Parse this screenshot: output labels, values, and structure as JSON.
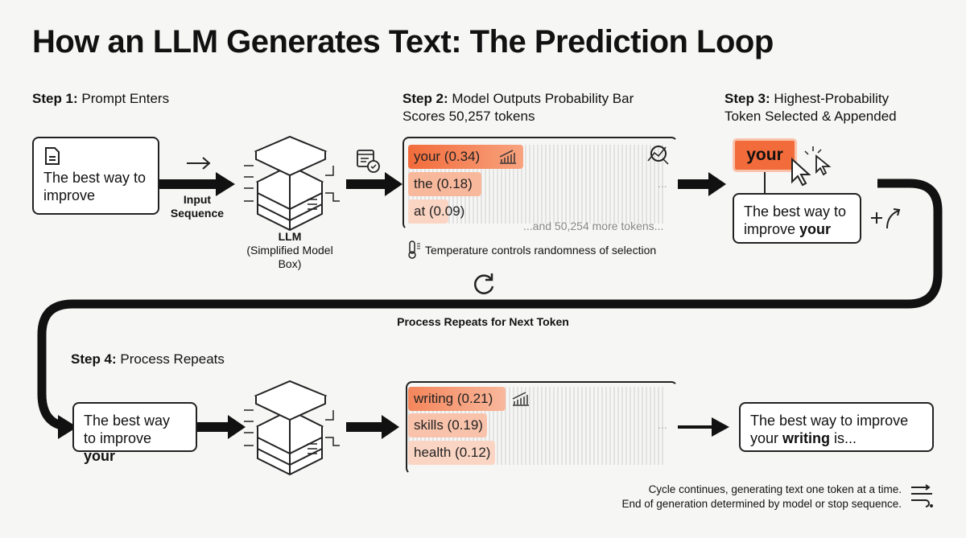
{
  "title": "How an LLM Generates Text: The Prediction Loop",
  "step1": {
    "label": "Step 1:",
    "text": "Prompt Enters",
    "prompt": "The best way to improve",
    "arrow_label": "Input Sequence"
  },
  "llm": {
    "label": "LLM",
    "sub": "(Simplified Model Box)"
  },
  "step2": {
    "label": "Step 2:",
    "text": "Model Outputs Probability Bar",
    "text2": "Scores 50,257 tokens",
    "tokens": [
      {
        "label": "your (0.34)",
        "p": 0.34
      },
      {
        "label": "the (0.18)",
        "p": 0.18
      },
      {
        "label": "at (0.09)",
        "p": 0.09
      }
    ],
    "more": "...and 50,254 more tokens...",
    "ellipsis": "...",
    "temperature": "Temperature controls randomness of selection"
  },
  "step3": {
    "label": "Step 3:",
    "text": "Highest-Probability",
    "text2": "Token Selected & Appended",
    "chip": "your",
    "seq_prefix": "The best way to improve ",
    "seq_token": "your"
  },
  "loop": {
    "label": "Process Repeats for Next Token"
  },
  "step4": {
    "label": "Step 4:",
    "text": "Process Repeats",
    "seq_prefix": "The best way to improve ",
    "seq_token": "your",
    "tokens": [
      {
        "label": "writing (0.21)",
        "p": 0.21
      },
      {
        "label": "skills (0.19)",
        "p": 0.19
      },
      {
        "label": "health (0.12)",
        "p": 0.12
      }
    ],
    "ellipsis": "...",
    "out_prefix": "The best way to improve your ",
    "out_token": "writing",
    "out_suffix": " is..."
  },
  "footer": {
    "line1": "Cycle continues, generating text one token at a time.",
    "line2": "End of generation determined by model or stop sequence."
  },
  "colors": {
    "accent": "#f26b3a",
    "accent_light": "#f8b89c",
    "accent_lighter": "#fbd5c4"
  }
}
